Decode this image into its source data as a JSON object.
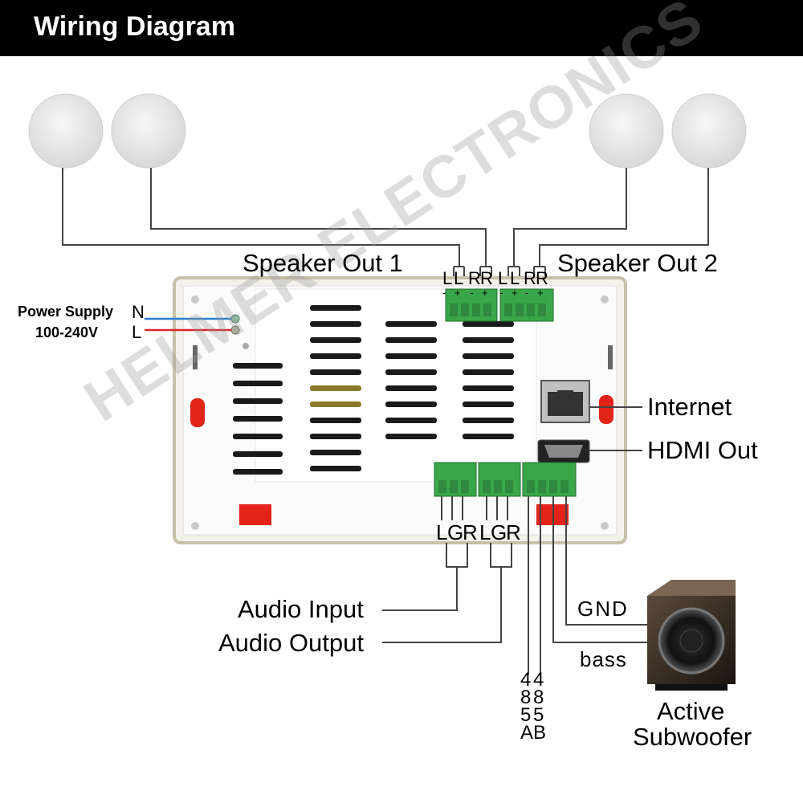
{
  "header": {
    "title": "Wiring Diagram"
  },
  "labels": {
    "speaker_out_1": "Speaker Out 1",
    "speaker_out_2": "Speaker Out 2",
    "power_supply": "Power Supply",
    "voltage": "100-240V",
    "neutral": "N",
    "line": "L",
    "internet": "Internet",
    "hdmi_out": "HDMI Out",
    "audio_input": "Audio Input",
    "audio_output": "Audio Output",
    "gnd": "GND",
    "bass": "bass",
    "active": "Active",
    "subwoofer": "Subwoofer",
    "rs485_a": "485A",
    "rs485_b": "485B"
  },
  "terminals": {
    "speaker_1": [
      "L",
      "L",
      "R",
      "R"
    ],
    "speaker_1_pol": [
      "-",
      "+",
      "-",
      "+"
    ],
    "speaker_2": [
      "L",
      "L",
      "R",
      "R"
    ],
    "speaker_2_pol": [
      "-",
      "+",
      "-",
      "+"
    ],
    "audio_in": [
      "L",
      "G",
      "R"
    ],
    "audio_out": [
      "L",
      "G",
      "R"
    ]
  },
  "watermark": "HELMER ELECTRONICS",
  "colors": {
    "neutral_wire": "#2a7fd0",
    "line_wire": "#d9262b",
    "terminal_green": "#3aa64a",
    "accent_red": "#e2231a"
  }
}
